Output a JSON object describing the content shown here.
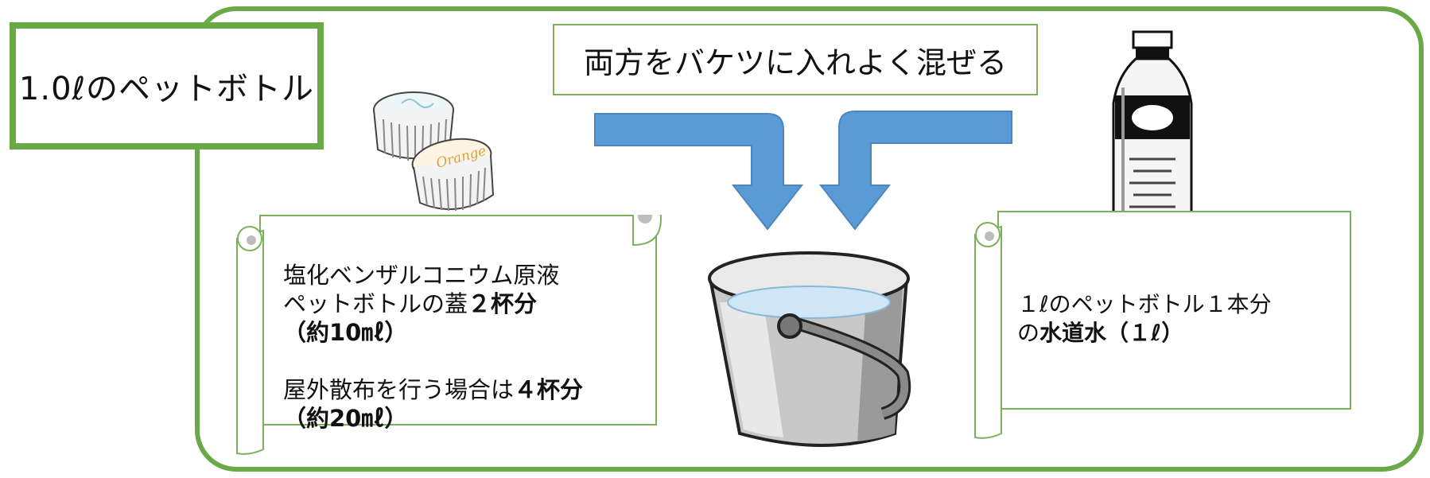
{
  "title": "1.0ℓのペットボトル",
  "instruction": "両方をバケツに入れよく混ぜる",
  "left_note": {
    "line1": "塩化ベンザルコニウム原液",
    "line2_a": "ペットボトルの蓋",
    "line2_b": "２杯分",
    "line3": "（約10㎖）",
    "line4_a": "屋外散布を行う場合は",
    "line4_b": "４杯分",
    "line5": "（約20㎖）"
  },
  "right_note": {
    "line1": "１ℓのペットボトル１本分",
    "line2_a": "の",
    "line2_b": "水道水（１ℓ）"
  },
  "cap_text": "Orange",
  "colors": {
    "frame_green": "#6aaa46",
    "arrow_blue": "#5b9bd5",
    "bucket_gray": "#b8b8b8",
    "water_blue": "#cfe6f7"
  },
  "icons": [
    "bottle-caps-icon",
    "water-bucket-icon",
    "water-bottle-icon",
    "arrow-down-left-icon",
    "arrow-down-right-icon"
  ]
}
